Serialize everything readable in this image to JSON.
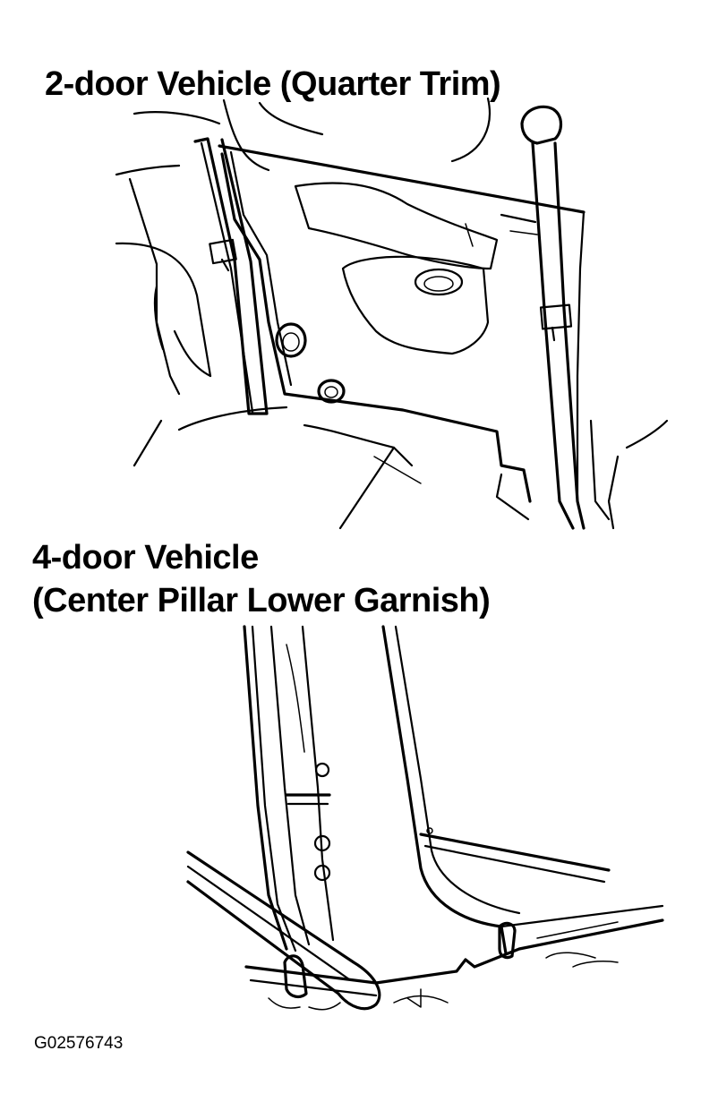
{
  "diagram": {
    "top_title": "2-door Vehicle (Quarter Trim)",
    "bottom_title_line1": "4-door Vehicle",
    "bottom_title_line2": "(Center Pillar Lower Garnish)",
    "figure_code": "G02576743"
  }
}
